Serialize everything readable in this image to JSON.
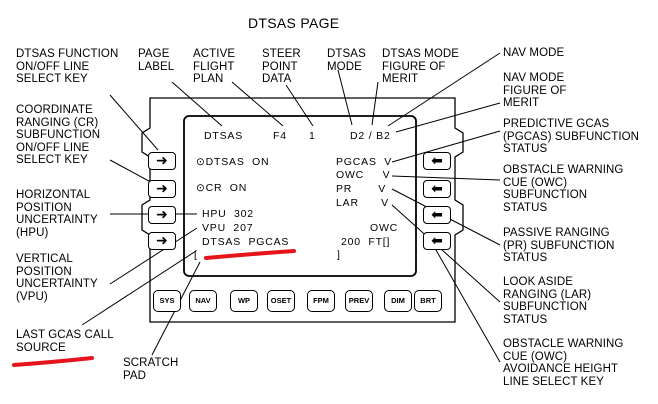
{
  "title": "DTSAS PAGE",
  "labels": {
    "lsk_function": "DTSAS FUNCTION\nON/OFF LINE\nSELECT KEY",
    "page_label": "PAGE\nLABEL",
    "active_plan": "ACTIVE\nFLIGHT\nPLAN",
    "steer_point": "STEER\nPOINT\nDATA",
    "dtsas_mode": "DTSAS\nMODE",
    "dtsas_fom": "DTSAS MODE\nFIGURE OF\nMERIT",
    "nav_mode": "NAV MODE",
    "nav_fom": "NAV MODE\nFIGURE OF\nMERIT",
    "cr_lsk": "COORDINATE\nRANGING (CR)\nSUBFUNCTION\nON/OFF LINE\nSELECT KEY",
    "pgcas": "PREDICTIVE GCAS\n(PGCAS) SUBFUNCTION\nSTATUS",
    "owc": "OBSTACLE WARNING\nCUE (OWC)\nSUBFUNCTION\nSTATUS",
    "hpu": "HORIZONTAL\nPOSITION\nUNCERTAINTY\n(HPU)",
    "vpu": "VERTICAL\nPOSITION\nUNCERTAINTY\n(VPU)",
    "pr": "PASSIVE RANGING\n(PR) SUBFUNCTION\nSTATUS",
    "lar": "LOOK ASIDE\nRANGING (LAR)\nSUBFUNCTION\nSTATUS",
    "last_gcas": "LAST GCAS CALL\nSOURCE",
    "scratch": "SCRATCH\nPAD",
    "owc_height": "OBSTACLE WARNING\nCUE (OWC)\nAVOIDANCE HEIGHT\nLINE SELECT KEY"
  },
  "screen": {
    "page": "DTSAS",
    "plan": "F4",
    "steer": "1",
    "mode": "D2 / B2",
    "line1": "DTSAS  ON",
    "line2": "CR  ON",
    "pgcas": "PGCAS  V",
    "owc": "OWC     V",
    "pr": "PR       V",
    "lar": "LAR      V",
    "hpu": "HPU  302",
    "vpu": "VPU  207",
    "owc_hdr": "OWC",
    "gcas": "DTSAS  PGCAS",
    "owc_val": "200  FT[]",
    "bracket_l": "[",
    "bracket_r": "]"
  },
  "keys": {
    "arrow_right": "➜",
    "arrow_left": "⬅",
    "sys": "SYS",
    "nav": "NAV",
    "wp": "WP",
    "oset": "OSET",
    "fpm": "FPM",
    "prev": "PREV",
    "dim": "DIM",
    "brt": "BRT"
  },
  "colors": {
    "highlight": "#e8141c"
  }
}
